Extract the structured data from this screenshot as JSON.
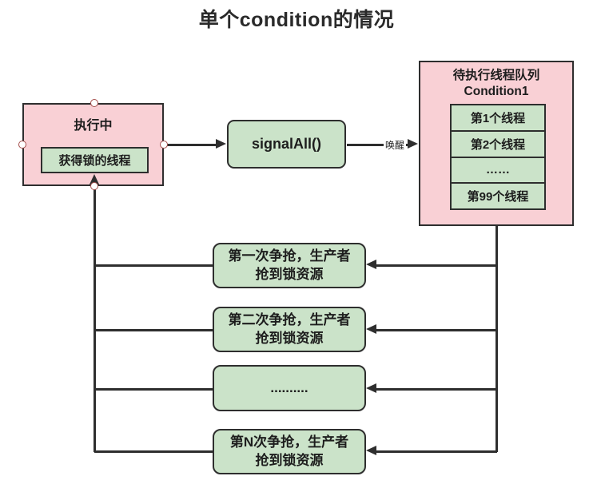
{
  "title": "单个condition的情况",
  "colors": {
    "node_pink": "#f9d0d5",
    "node_green": "#cbe3c9",
    "line": "#2e2e2e",
    "connection_point": "#a5504d"
  },
  "executing_box": {
    "label": "执行中",
    "inner_label": "获得锁的线程"
  },
  "signal_box": {
    "label": "signalAll()"
  },
  "connections": {
    "wake_label": "唤醒"
  },
  "queue_box": {
    "title_line1": "待执行线程队列",
    "title_line2": "Condition1",
    "items": [
      "第1个线程",
      "第2个线程",
      "……",
      "第99个线程"
    ]
  },
  "contention_boxes": [
    {
      "line1": "第一次争抢，生产者",
      "line2": "抢到锁资源"
    },
    {
      "line1": "第二次争抢，生产者",
      "line2": "抢到锁资源"
    },
    {
      "line1": "..........",
      "line2": ""
    },
    {
      "line1": "第N次争抢，生产者",
      "line2": "抢到锁资源"
    }
  ]
}
